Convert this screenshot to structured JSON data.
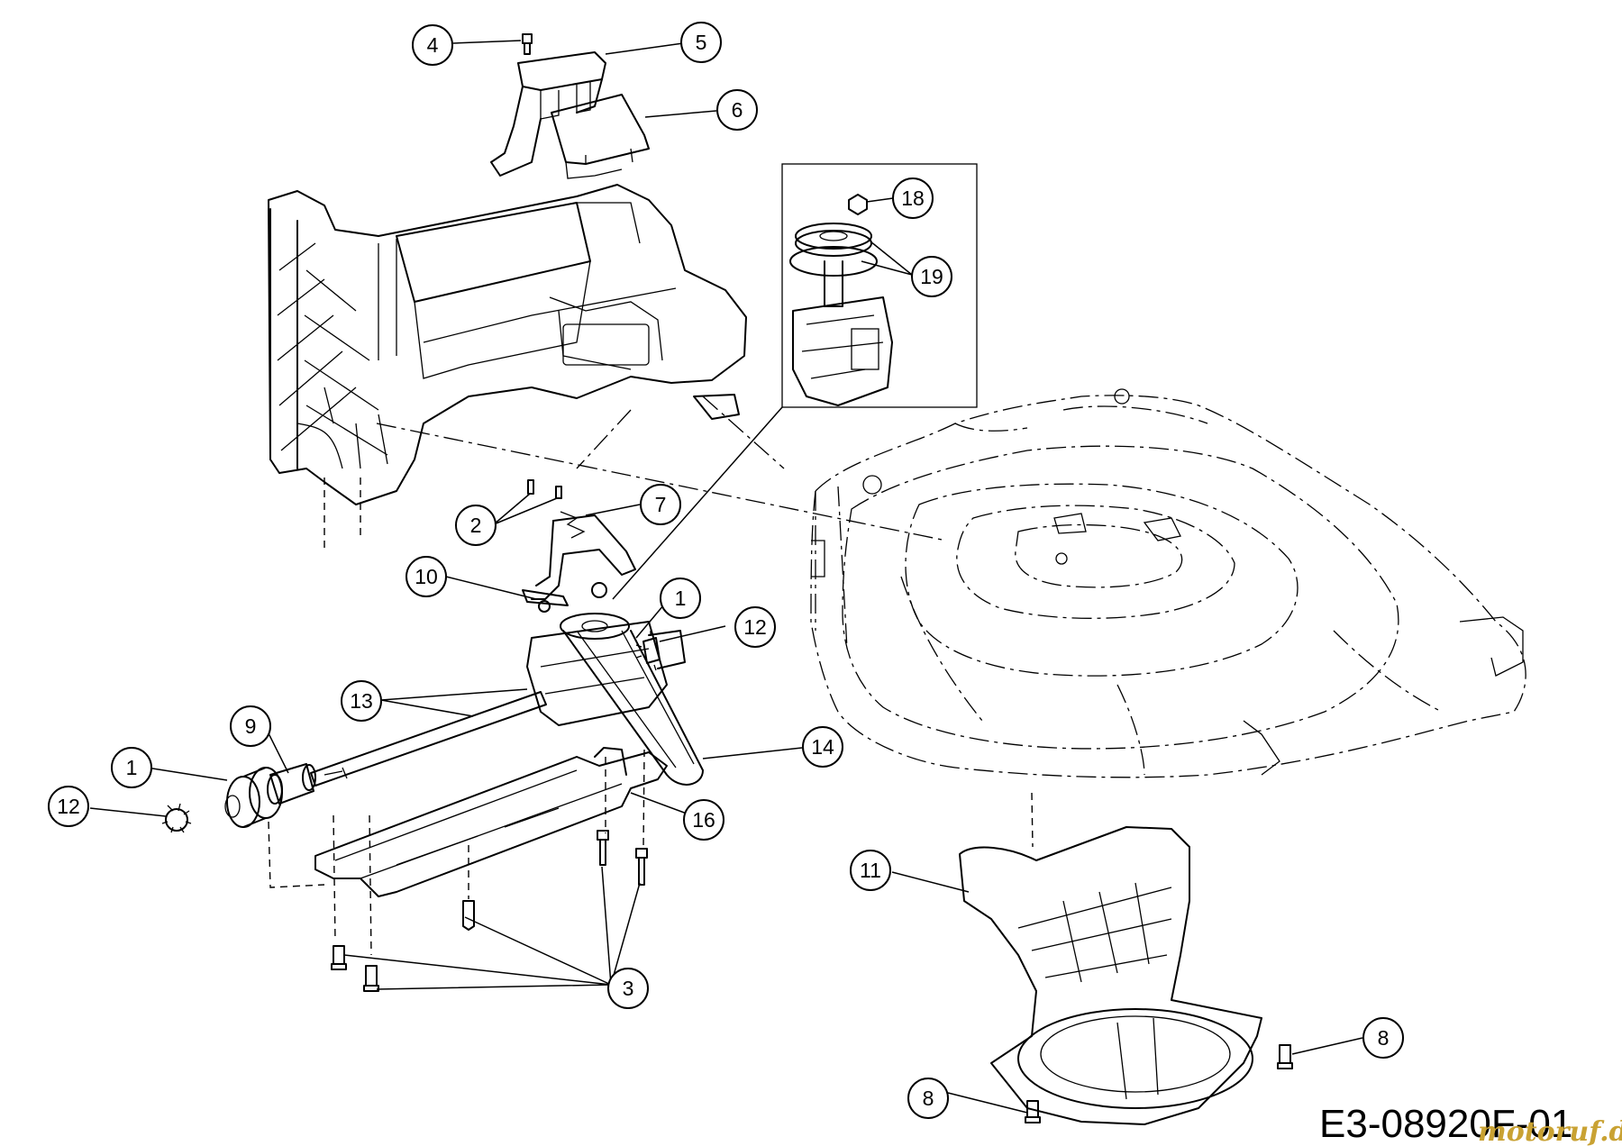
{
  "diagram": {
    "drawing_code": "E3-08920F-01",
    "watermark": "motoruf.de",
    "callouts": [
      {
        "id": "c4",
        "label": "4"
      },
      {
        "id": "c5",
        "label": "5"
      },
      {
        "id": "c6",
        "label": "6"
      },
      {
        "id": "c18",
        "label": "18"
      },
      {
        "id": "c19",
        "label": "19"
      },
      {
        "id": "c2",
        "label": "2"
      },
      {
        "id": "c7",
        "label": "7"
      },
      {
        "id": "c10",
        "label": "10"
      },
      {
        "id": "c1a",
        "label": "1"
      },
      {
        "id": "c12a",
        "label": "12"
      },
      {
        "id": "c13",
        "label": "13"
      },
      {
        "id": "c9",
        "label": "9"
      },
      {
        "id": "c1b",
        "label": "1"
      },
      {
        "id": "c12b",
        "label": "12"
      },
      {
        "id": "c14",
        "label": "14"
      },
      {
        "id": "c16",
        "label": "16"
      },
      {
        "id": "c11",
        "label": "11"
      },
      {
        "id": "c3",
        "label": "3"
      },
      {
        "id": "c8a",
        "label": "8"
      },
      {
        "id": "c8b",
        "label": "8"
      }
    ]
  }
}
